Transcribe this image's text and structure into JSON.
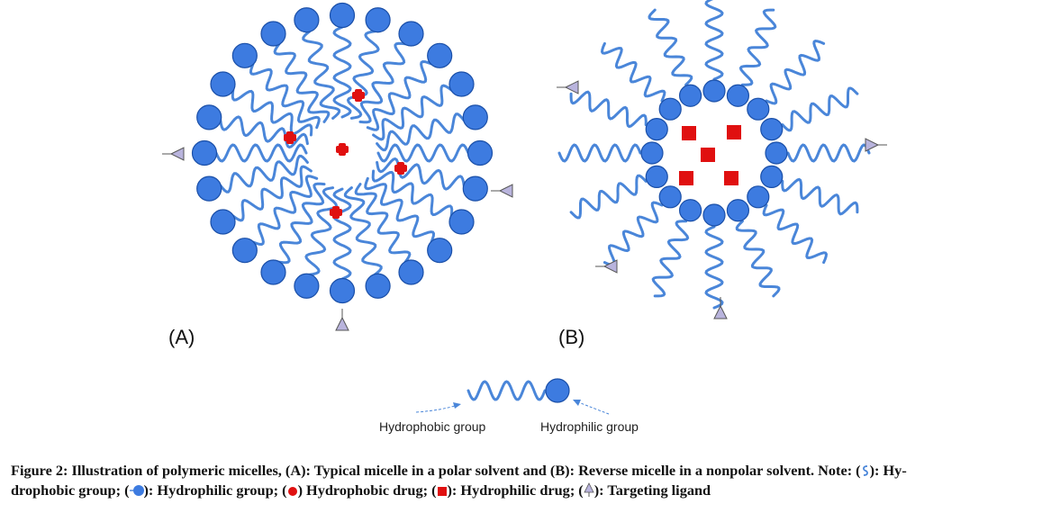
{
  "figure": {
    "panel_a_label": "(A)",
    "panel_b_label": "(B)",
    "legend": {
      "hydrophobic_label": "Hydrophobic group",
      "hydrophilic_label": "Hydrophilic group"
    },
    "colors": {
      "chain": "#4a86d9",
      "head_fill": "#3d7be0",
      "head_stroke": "#1a4fa8",
      "drug": "#e01010",
      "ligand_fill": "#b9b4dd",
      "ligand_stroke": "#555"
    }
  },
  "caption": {
    "figure_no": "Figure 2:",
    "part1": "Illustration of polymeric micelles, (A): Typical micelle in a polar solvent and (B): Reverse micelle in a nonpolar solvent. Note: (",
    "part2": "): Hy-",
    "part3": "drophobic group; (",
    "part4": "): Hydrophilic group; (",
    "part5": ") Hydrophobic drug; (",
    "part6": "): Hydrophilic drug; (",
    "part7": "): Targeting ligand"
  }
}
